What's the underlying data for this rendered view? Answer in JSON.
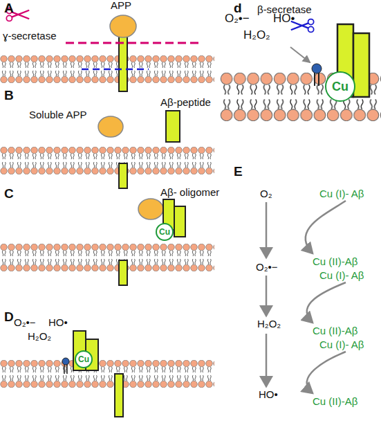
{
  "diagram": {
    "nodes": [
      {
        "text": [
          "Cu"
        ]
      },
      {
        "text": [
          "Cu"
        ]
      },
      {
        "text": [
          "Cu"
        ]
      }
    ],
    "labels": [
      "A",
      "APP",
      "ɣ-secretase",
      "β-secretase",
      "B",
      "Soluble APP",
      "Aβ-peptide",
      "C",
      "Aβ- oligomer",
      "D",
      "O₂•−",
      "HO•",
      "H₂O₂",
      "d",
      "O₂•−",
      "HO•",
      "H₂O₂",
      "E",
      "O₂",
      "O₂•−",
      "H₂O₂",
      "HO•",
      "Cu (I)- Aβ",
      "Cu (II)-Aβ",
      "Cu (I)- Aβ",
      "Cu (II)-Aβ",
      "Cu (I)- Aβ",
      "Cu (II)-Aβ"
    ]
  }
}
